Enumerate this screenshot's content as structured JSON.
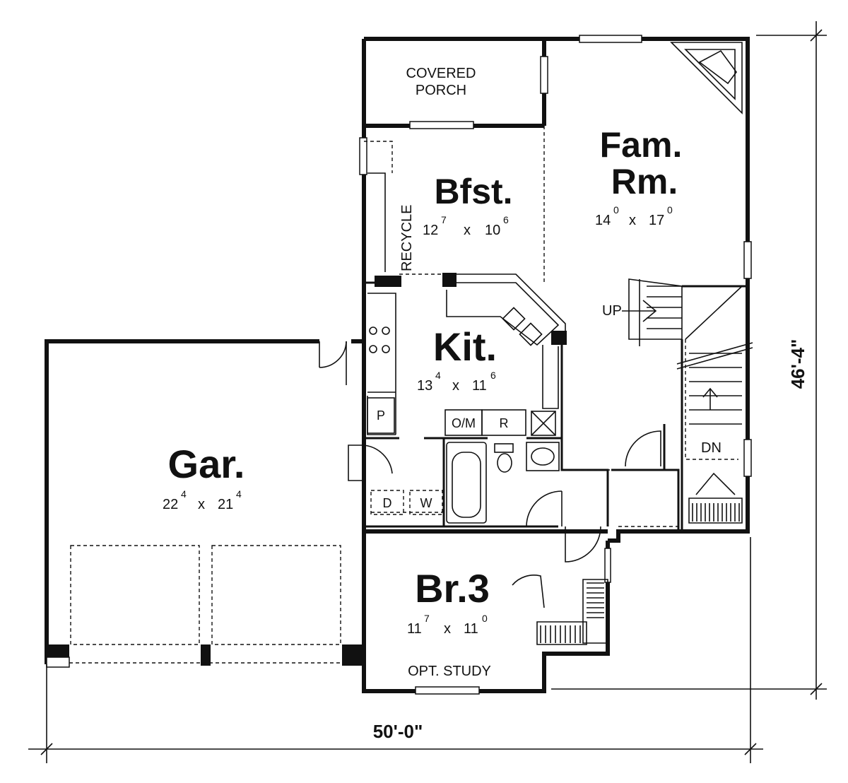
{
  "rooms": {
    "garage": {
      "name": "Gar.",
      "w_ft": "22",
      "w_in": "4",
      "sep": "x",
      "d_ft": "21",
      "d_in": "4"
    },
    "breakfast": {
      "name": "Bfst.",
      "w_ft": "12",
      "w_in": "7",
      "sep": "x",
      "d_ft": "10",
      "d_in": "6"
    },
    "family": {
      "name_line1": "Fam.",
      "name_line2": "Rm.",
      "w_ft": "14",
      "w_in": "0",
      "sep": "x",
      "d_ft": "17",
      "d_in": "0"
    },
    "kitchen": {
      "name": "Kit.",
      "w_ft": "13",
      "w_in": "4",
      "sep": "x",
      "d_ft": "11",
      "d_in": "6"
    },
    "bedroom3": {
      "name": "Br.3",
      "w_ft": "11",
      "w_in": "7",
      "sep": "x",
      "d_ft": "11",
      "d_in": "0",
      "note": "OPT. STUDY"
    }
  },
  "labels": {
    "porch_line1": "COVERED",
    "porch_line2": "PORCH",
    "recycle": "RECYCLE",
    "stairs_up": "UP",
    "stairs_down": "DN",
    "pantry": "P",
    "oven_micro": "O/M",
    "refrigerator": "R",
    "dryer": "D",
    "washer": "W"
  },
  "dimensions": {
    "overall_width": "50'-0\"",
    "overall_depth": "46'-4\""
  }
}
